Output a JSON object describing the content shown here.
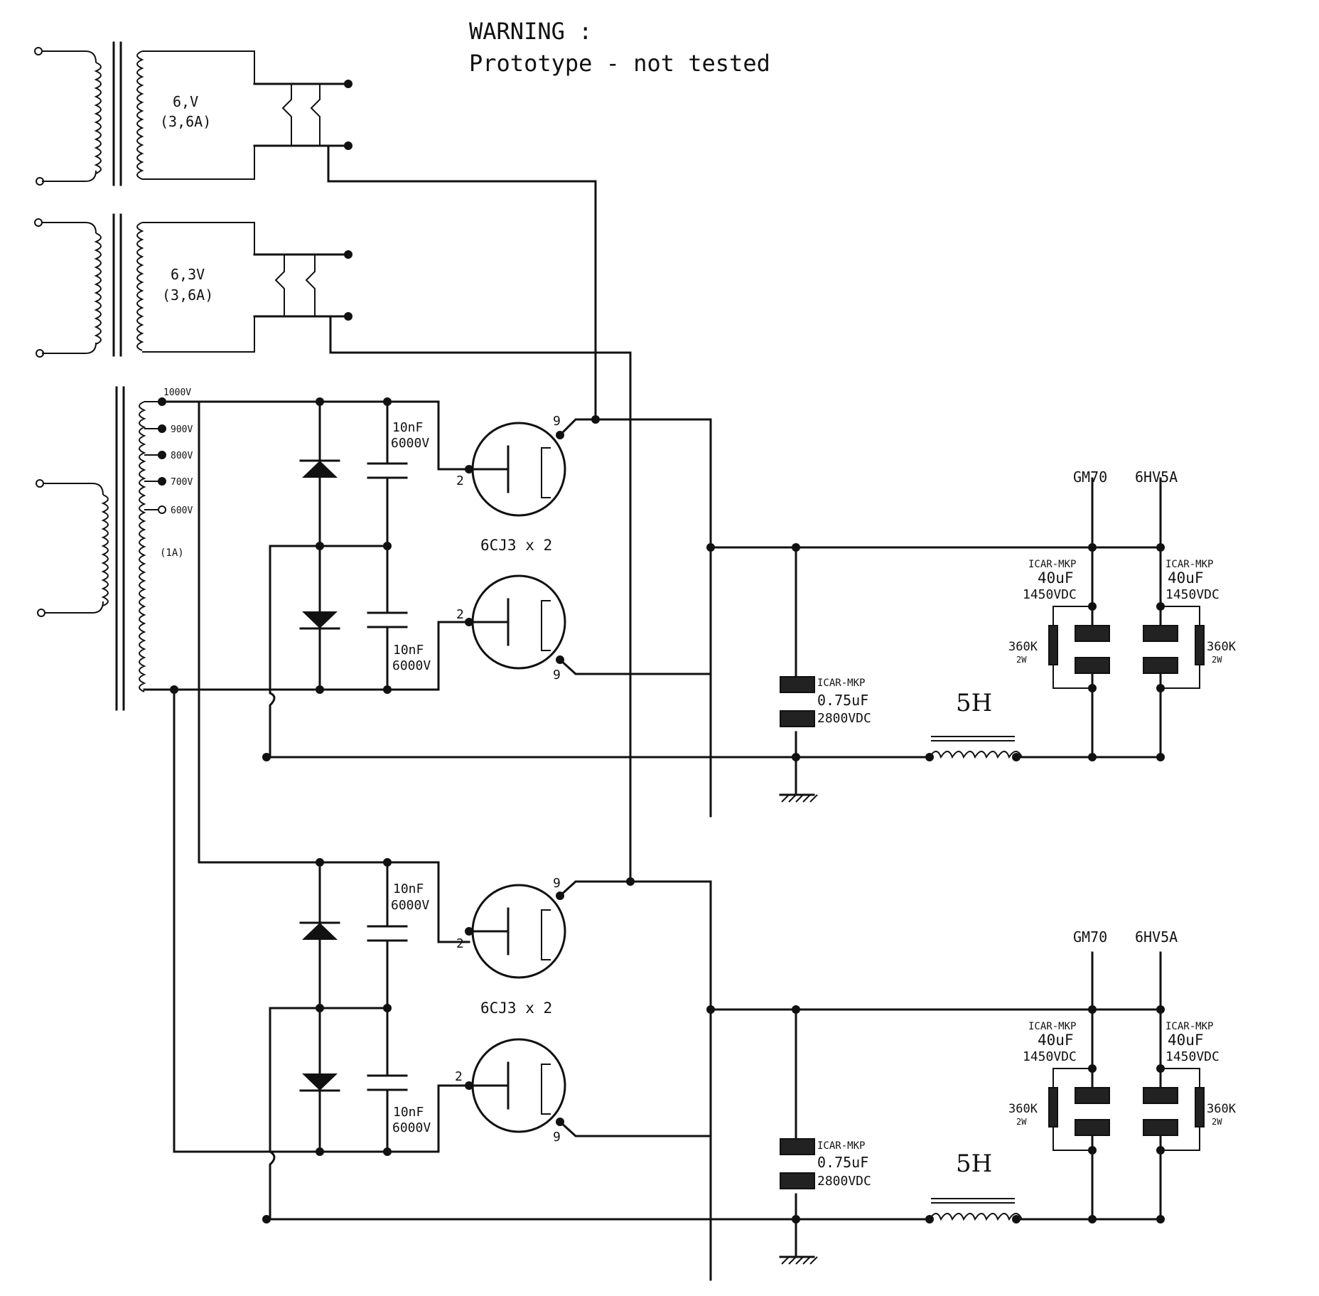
{
  "warning": {
    "line1": "WARNING :",
    "line2": "Prototype - not tested"
  },
  "transformers": {
    "t1": {
      "voltage": "6,V",
      "current": "(3,6A)"
    },
    "t2": {
      "voltage": "6,3V",
      "current": "(3,6A)"
    },
    "t3": {
      "taps": [
        "1000V",
        "900V",
        "800V",
        "700V",
        "600V"
      ],
      "current": "(1A)"
    }
  },
  "rectifier_caps": {
    "value": "10nF",
    "voltage": "6000V"
  },
  "tubes": {
    "label": "6CJ3 x 2",
    "pin_heater": "9",
    "pin_plate": "2"
  },
  "filter": {
    "cap_brand": "ICAR-MKP",
    "cap_value": "0.75uF",
    "cap_voltage": "2800VDC",
    "choke": "5H"
  },
  "outputs": {
    "out1": "GM70",
    "out2": "6HV5A",
    "cap_brand": "ICAR-MKP",
    "cap_value": "40uF",
    "cap_voltage": "1450VDC",
    "resistor_value": "360K",
    "resistor_power": "2W"
  }
}
